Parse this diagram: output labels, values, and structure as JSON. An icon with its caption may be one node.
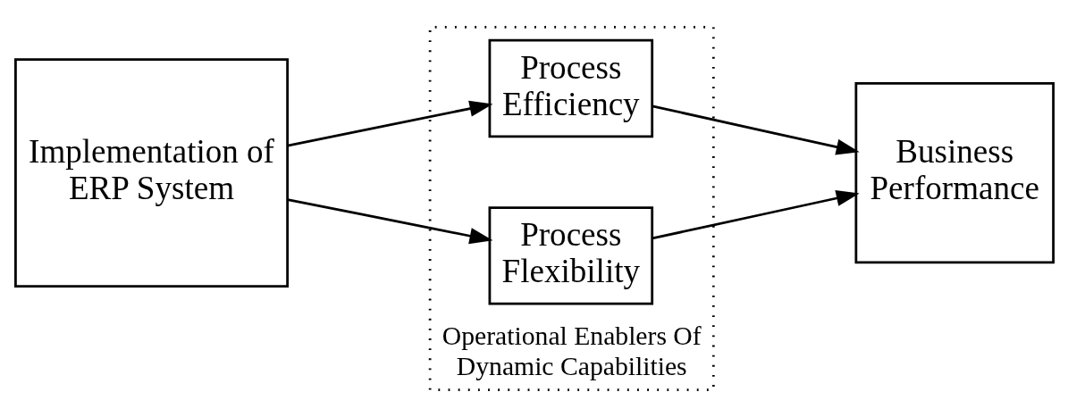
{
  "diagram": {
    "nodes": [
      {
        "text": [
          "Implementation of ERP System"
        ]
      },
      {
        "text": [
          "Operational Enablers Of Dynamic Capabilities"
        ]
      },
      {
        "text": [
          "Process Efficiency"
        ],
        "in": 1
      },
      {
        "text": [
          "Process Flexibility"
        ],
        "in": 1
      },
      {
        "text": [
          "Business Performance"
        ]
      }
    ],
    "edges": [
      {
        "from": 0,
        "to": 2,
        "arrow": "to"
      },
      {
        "from": 0,
        "to": 3,
        "arrow": "to"
      },
      {
        "from": 2,
        "to": 4,
        "arrow": "to"
      },
      {
        "from": 3,
        "to": 4,
        "arrow": "to"
      }
    ]
  }
}
